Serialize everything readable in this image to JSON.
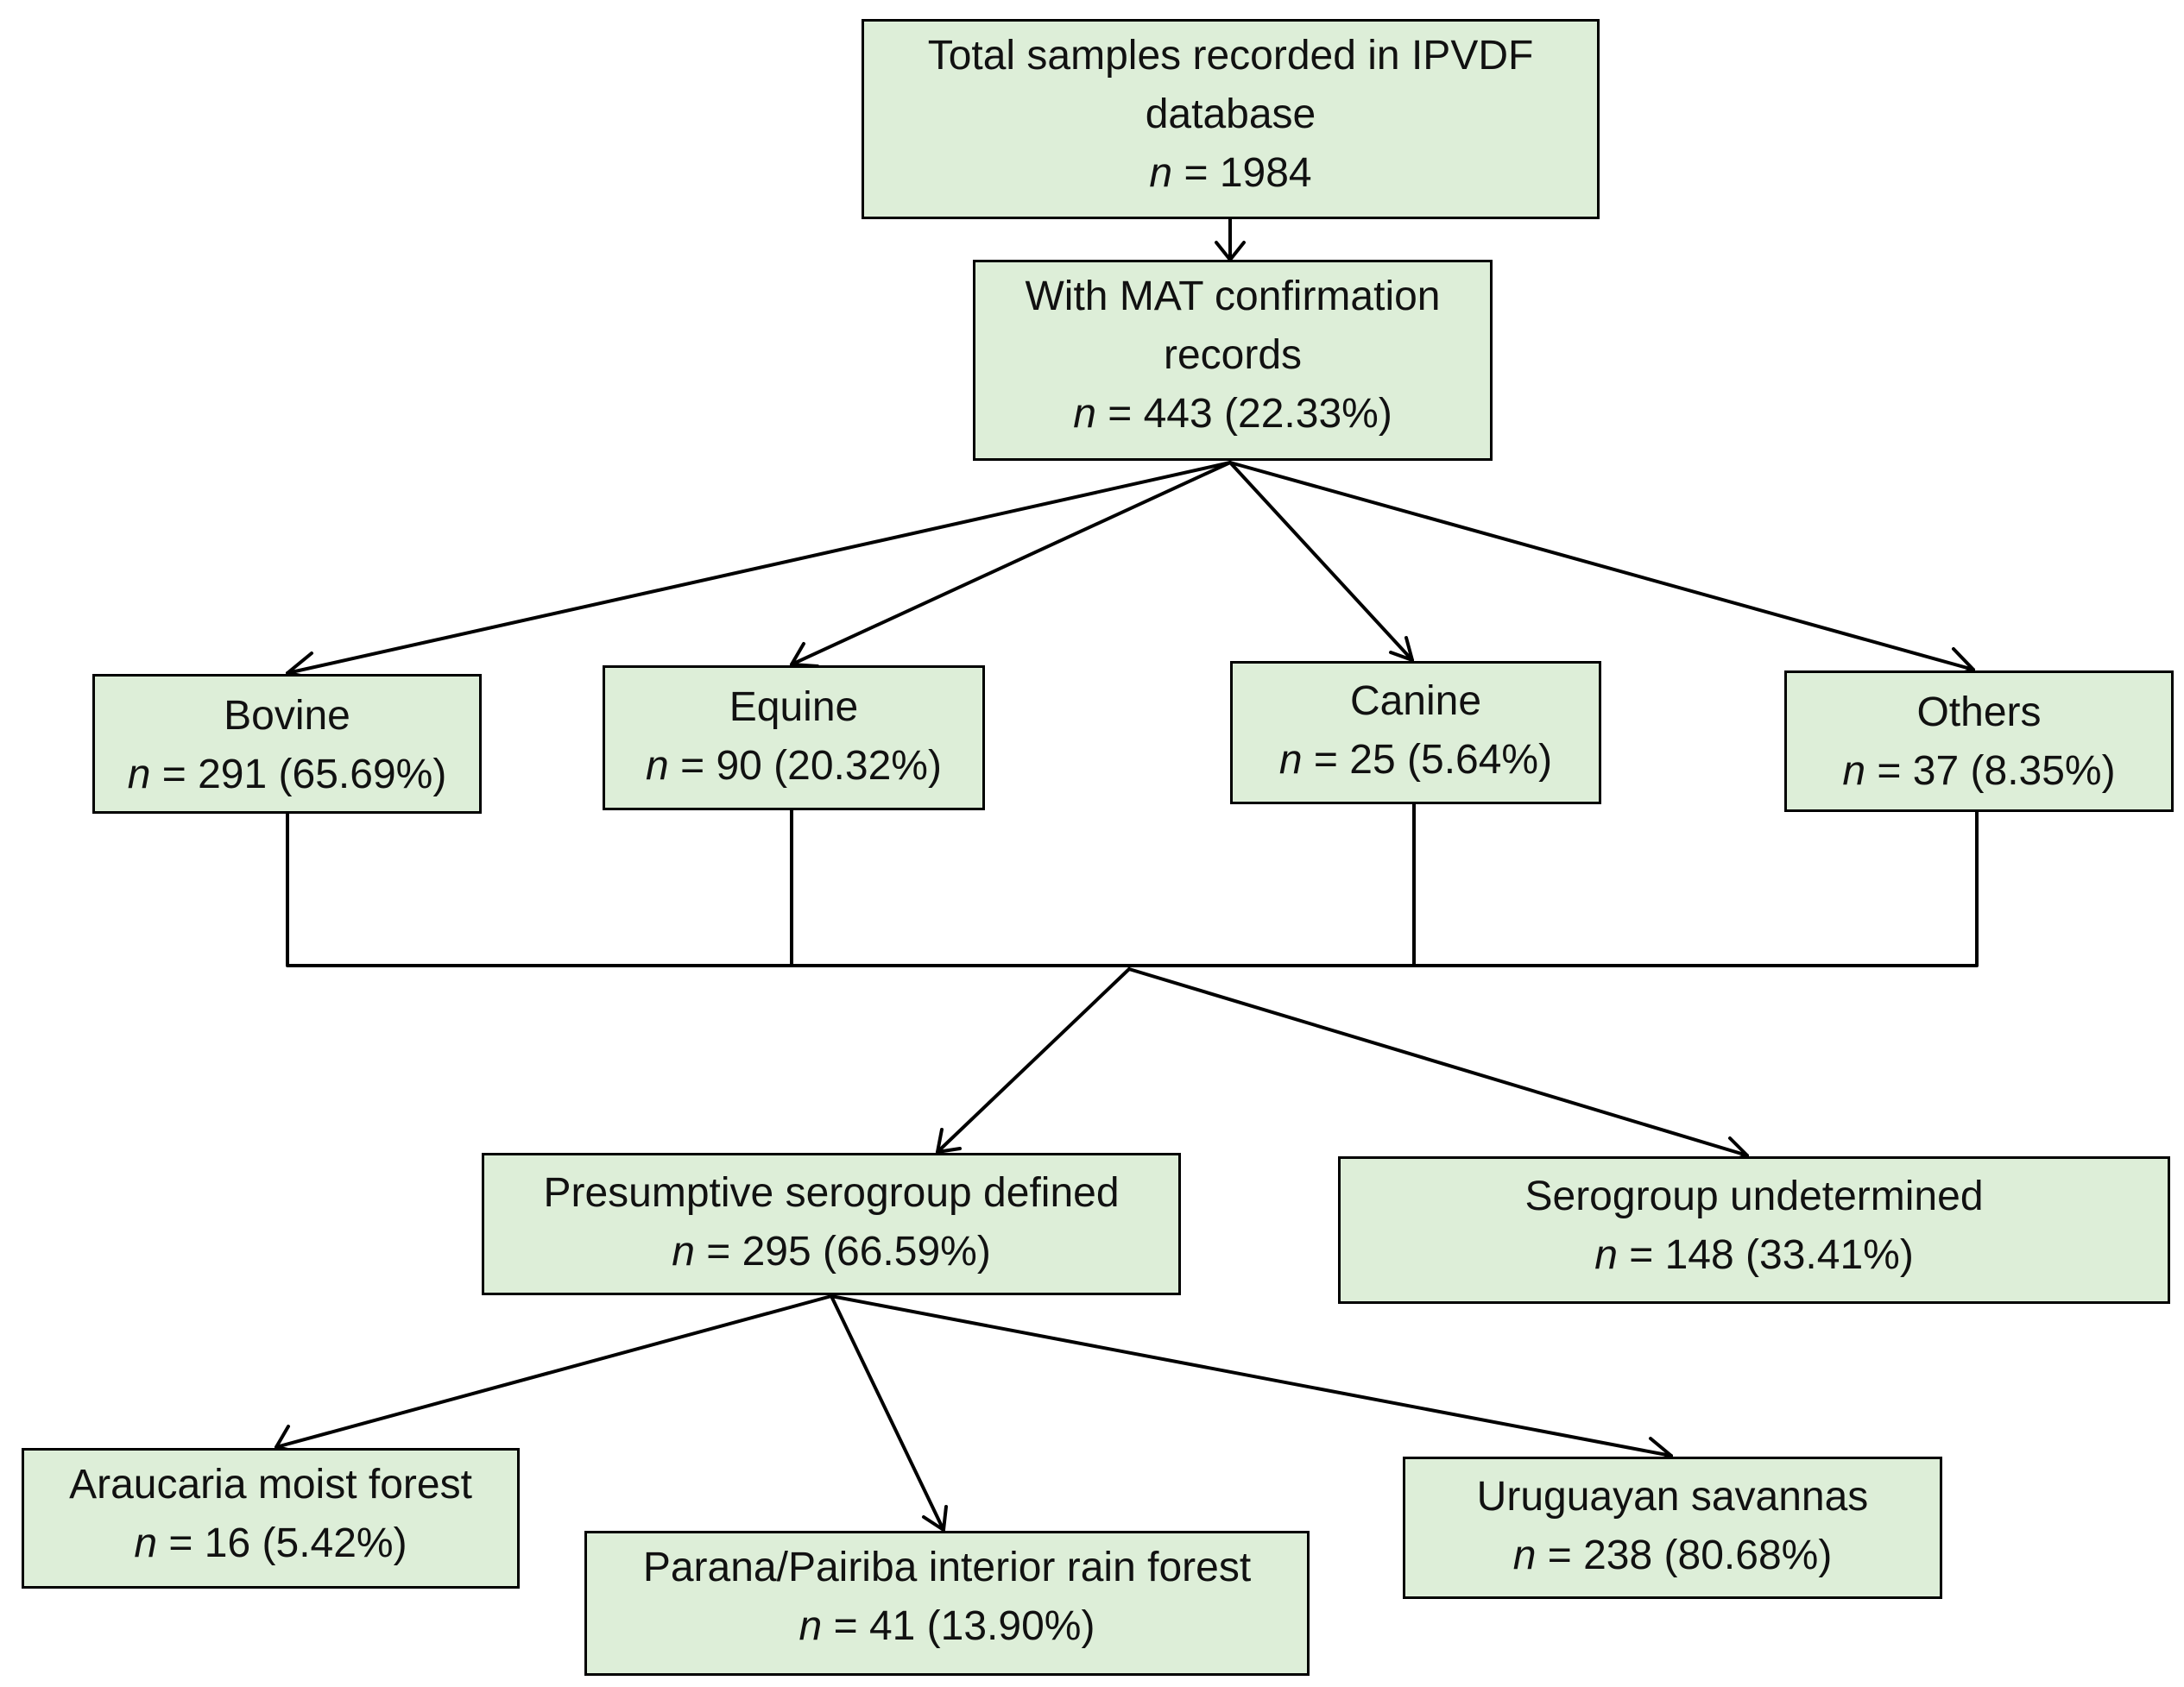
{
  "style": {
    "box_fill": "#ddeed8",
    "box_border": "#000000",
    "line_color": "#000000"
  },
  "nodes": {
    "total": {
      "label": "Total samples recorded in IPVDF",
      "label2": "database",
      "n_prefix": "n",
      "count": " = 1984"
    },
    "mat": {
      "label": "With MAT confirmation",
      "label2": "records",
      "n_prefix": "n",
      "count": " = 443 (22.33%)"
    },
    "bovine": {
      "label": "Bovine",
      "n_prefix": "n",
      "count": " = 291 (65.69%)"
    },
    "equine": {
      "label": "Equine",
      "n_prefix": "n",
      "count": " = 90 (20.32%)"
    },
    "canine": {
      "label": "Canine",
      "n_prefix": "n",
      "count": " = 25 (5.64%)"
    },
    "others": {
      "label": "Others",
      "n_prefix": "n",
      "count": " = 37 (8.35%)"
    },
    "defined": {
      "label": "Presumptive serogroup defined",
      "n_prefix": "n",
      "count": " = 295 (66.59%)"
    },
    "undetermined": {
      "label": "Serogroup undetermined",
      "n_prefix": "n",
      "count": " = 148 (33.41%)"
    },
    "araucaria": {
      "label": "Araucaria moist forest",
      "n_prefix": "n",
      "count": " = 16 (5.42%)"
    },
    "parana": {
      "label": "Parana/Pairiba interior rain forest",
      "n_prefix": "n",
      "count": " = 41 (13.90%)"
    },
    "uruguayan": {
      "label": "Uruguayan savannas",
      "n_prefix": "n",
      "count": " = 238 (80.68%)"
    }
  }
}
